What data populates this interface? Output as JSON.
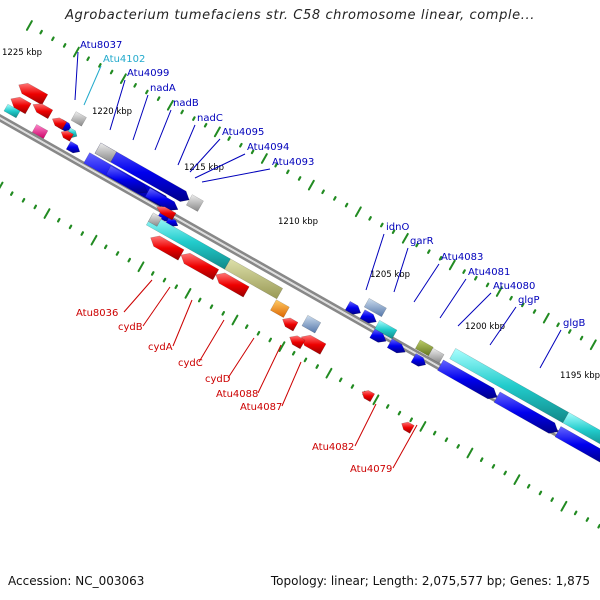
{
  "title": "Agrobacterium tumefaciens str. C58 chromosome linear, comple...",
  "footer": {
    "accession": "Accession: NC_003063",
    "stats": "Topology: linear; Length: 2,075,577 bp; Genes: 1,875"
  },
  "ticks": [
    {
      "label": "1225 kbp"
    },
    {
      "label": "1220 kbp"
    },
    {
      "label": "1215 kbp"
    },
    {
      "label": "1210 kbp"
    },
    {
      "label": "1205 kbp"
    },
    {
      "label": "1200 kbp"
    },
    {
      "label": "1195 kbp"
    }
  ],
  "labels_blue": [
    "Atu8037",
    "Atu4102",
    "Atu4099",
    "nadA",
    "nadB",
    "nadC",
    "Atu4095",
    "Atu4094",
    "Atu4093",
    "idnO",
    "garR",
    "Atu4083",
    "Atu4081",
    "Atu4080",
    "glgP",
    "glgB"
  ],
  "labels_red": [
    "Atu8036",
    "cydB",
    "cydA",
    "cydC",
    "cydD",
    "Atu4088",
    "Atu4087",
    "Atu4082",
    "Atu4079"
  ],
  "colors": {
    "forward": "#0000ee",
    "reverse": "#ee0000",
    "cyan": "#22cccc",
    "olive": "#7a8a2a",
    "gray": "#888888",
    "orange": "#ff8800",
    "pink": "#ff1493",
    "backbone": "#777777",
    "tick": "#228b22",
    "label_blue": "#0000bb",
    "label_red": "#cc0000",
    "label_cyan": "#22aacc"
  }
}
